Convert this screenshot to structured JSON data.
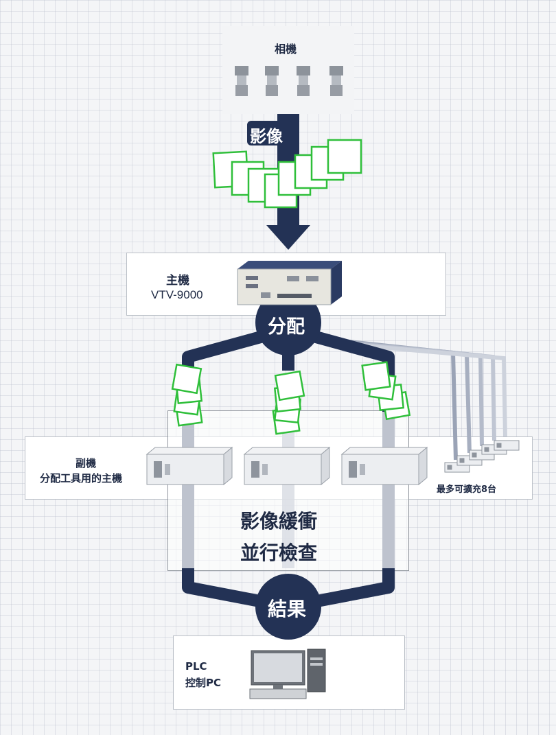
{
  "camera": {
    "label": "相機",
    "count": 4
  },
  "flow": {
    "image_label": "影像",
    "distribute_label": "分配",
    "result_label": "結果"
  },
  "host": {
    "label": "主機",
    "model": "VTV-9000"
  },
  "sub": {
    "label_line1": "副機",
    "label_line2": "分配工具用的主機",
    "extend_label": "最多可擴充8台"
  },
  "processing": {
    "line1": "影像緩衝",
    "line2": "並行檢查"
  },
  "pc": {
    "line1": "PLC",
    "line2": "控制PC"
  },
  "colors": {
    "navy": "#233255",
    "green": "#2fbf3a",
    "box_border": "#b9bec6",
    "device_gray": "#e9ebee"
  }
}
